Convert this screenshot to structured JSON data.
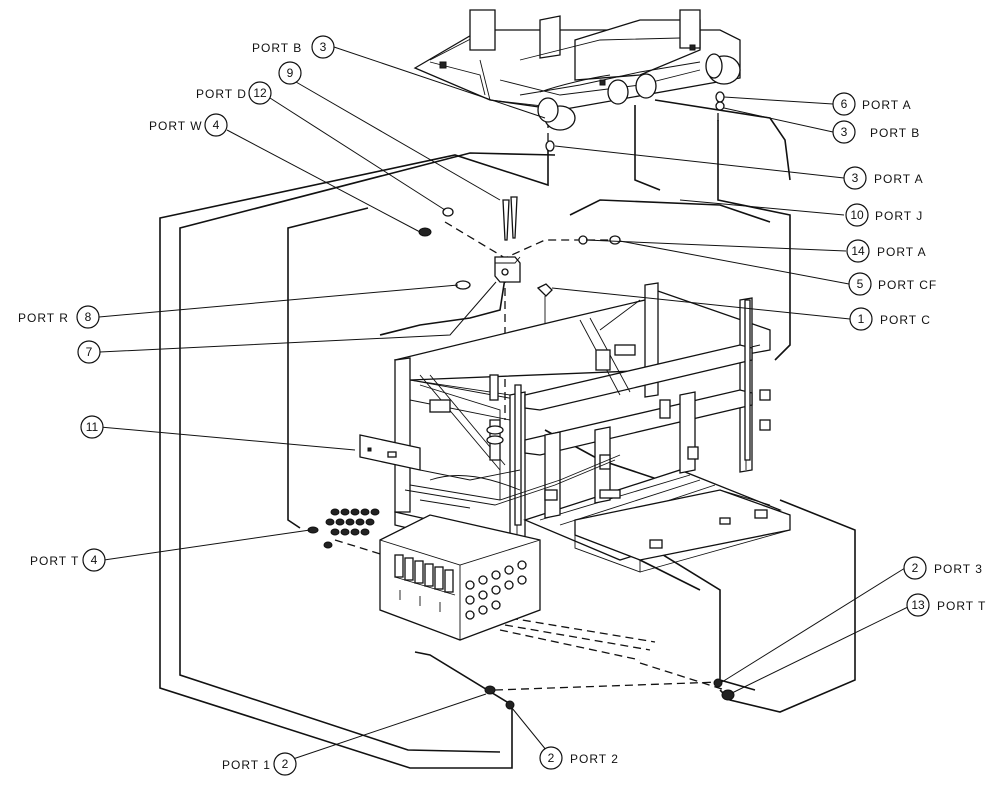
{
  "callouts": [
    {
      "id": "c-portb-3-top",
      "num": "3",
      "label": "PORT B"
    },
    {
      "id": "c-9",
      "num": "9",
      "label": ""
    },
    {
      "id": "c-portd-12",
      "num": "12",
      "label": "PORT D"
    },
    {
      "id": "c-portw-4",
      "num": "4",
      "label": "PORT W"
    },
    {
      "id": "c-porta-6",
      "num": "6",
      "label": "PORT A"
    },
    {
      "id": "c-portb-3-right",
      "num": "3",
      "label": "PORT B"
    },
    {
      "id": "c-porta-3",
      "num": "3",
      "label": "PORT A"
    },
    {
      "id": "c-portj-10",
      "num": "10",
      "label": "PORT J"
    },
    {
      "id": "c-porta-14",
      "num": "14",
      "label": "PORT A"
    },
    {
      "id": "c-portcf-5",
      "num": "5",
      "label": "PORT CF"
    },
    {
      "id": "c-portc-1",
      "num": "1",
      "label": "PORT C"
    },
    {
      "id": "c-portr-8",
      "num": "8",
      "label": "PORT R"
    },
    {
      "id": "c-7",
      "num": "7",
      "label": ""
    },
    {
      "id": "c-11",
      "num": "11",
      "label": ""
    },
    {
      "id": "c-portt-4",
      "num": "4",
      "label": "PORT T"
    },
    {
      "id": "c-port3-2",
      "num": "2",
      "label": "PORT 3"
    },
    {
      "id": "c-portt-13",
      "num": "13",
      "label": "PORT T"
    },
    {
      "id": "c-port1-2",
      "num": "2",
      "label": "PORT 1"
    },
    {
      "id": "c-port2-2",
      "num": "2",
      "label": "PORT 2"
    }
  ]
}
